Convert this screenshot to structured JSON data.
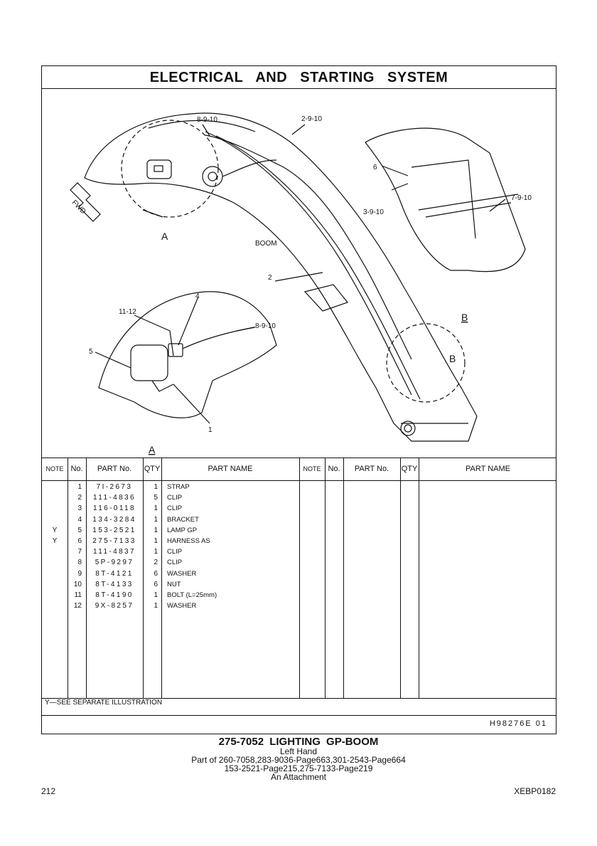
{
  "page": {
    "title": "ELECTRICAL  AND  STARTING  SYSTEM",
    "page_number": "212",
    "doc_code": "XEBP0182"
  },
  "illustration": {
    "callouts": {
      "c_8_9_10_top": "8-9-10",
      "c_2_9_10": "2-9-10",
      "c_6": "6",
      "c_7_9_10": "7-9-10",
      "c_3_9_10": "3-9-10",
      "c_boom": "BOOM",
      "c_fwd": "FWD",
      "c_a_view": "A",
      "c_2": "2",
      "c_b_section": "B",
      "c_4": "4",
      "c_11_12": "11-12",
      "c_5": "5",
      "c_8_9_10_detail": "8-9-10",
      "c_1": "1",
      "c_a_section": "A",
      "c_b_view": "B"
    }
  },
  "table": {
    "headers": {
      "note": "NOTE",
      "no": "No.",
      "part_no": "PART No.",
      "qty": "QTY",
      "part_name": "PART NAME"
    },
    "rows": [
      {
        "note": "",
        "no": "1",
        "part": "7I-2673",
        "qty": "1",
        "name": "STRAP"
      },
      {
        "note": "",
        "no": "2",
        "part": "111-4836",
        "qty": "5",
        "name": "CLIP"
      },
      {
        "note": "",
        "no": "3",
        "part": "116-0118",
        "qty": "1",
        "name": "CLIP"
      },
      {
        "note": "",
        "no": "4",
        "part": "134-3284",
        "qty": "1",
        "name": "BRACKET"
      },
      {
        "note": "Y",
        "no": "5",
        "part": "153-2521",
        "qty": "1",
        "name": "LAMP  GP"
      },
      {
        "note": "Y",
        "no": "6",
        "part": "275-7133",
        "qty": "1",
        "name": "HARNESS  AS"
      },
      {
        "note": "",
        "no": "7",
        "part": "111-4837",
        "qty": "1",
        "name": "CLIP"
      },
      {
        "note": "",
        "no": "8",
        "part": "5P-9297",
        "qty": "2",
        "name": "CLIP"
      },
      {
        "note": "",
        "no": "9",
        "part": "8T-4121",
        "qty": "6",
        "name": "WASHER"
      },
      {
        "note": "",
        "no": "10",
        "part": "8T-4133",
        "qty": "6",
        "name": "NUT"
      },
      {
        "note": "",
        "no": "11",
        "part": "8T-4190",
        "qty": "1",
        "name": "BOLT (L=25mm)"
      },
      {
        "note": "",
        "no": "12",
        "part": "9X-8257",
        "qty": "1",
        "name": "WASHER"
      }
    ],
    "footnote": "Y—SEE  SEPARATE  ILLUSTRATION",
    "ref_code": "H98276E   01"
  },
  "caption": {
    "title": "275-7052  LIGHTING  GP-BOOM",
    "line1": "Left  Hand",
    "line2": "Part of 260-7058,283-9036-Page663,301-2543-Page664",
    "line3": "153-2521-Page215,275-7133-Page219",
    "line4": "An Attachment"
  }
}
